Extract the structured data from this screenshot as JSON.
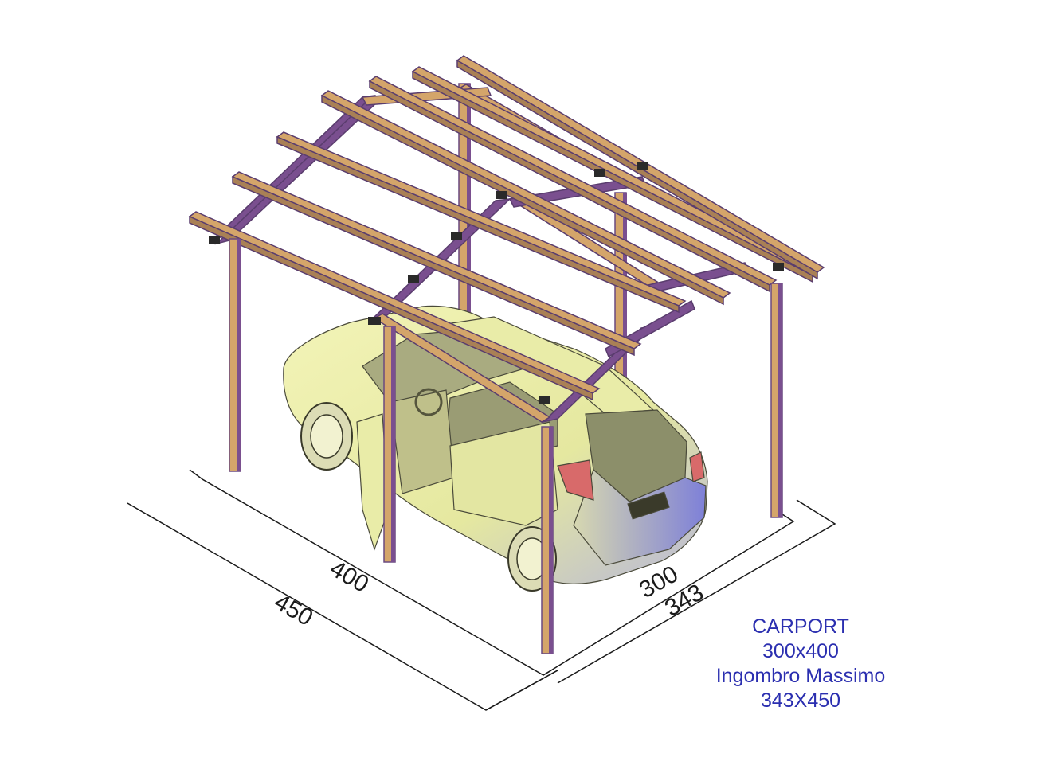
{
  "dimensions": {
    "inner_length": "400",
    "outer_length": "450",
    "inner_width": "300",
    "outer_width": "343"
  },
  "title_block": {
    "line1": "CARPORT",
    "line2": "300x400",
    "line3": "Ingombro Massimo",
    "line4": "343X450"
  },
  "colors": {
    "wood": "#d4a56a",
    "wood_shadow": "#7a4f8f",
    "car_body": "#eef0a8",
    "car_glass": "#8c8f6a",
    "title_text": "#2b2fb0",
    "dimension_lines": "#1a1a1a"
  }
}
